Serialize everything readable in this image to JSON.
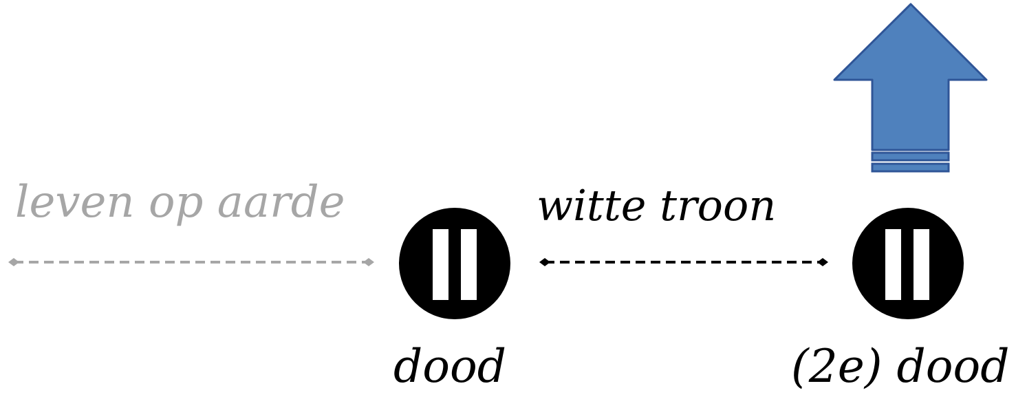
{
  "labels": {
    "life_on_earth": "leven op aarde",
    "white_throne": "witte troon",
    "death": "dood",
    "second_death": "(2e) dood"
  },
  "colors": {
    "grey": "#a6a6a6",
    "black": "#000000",
    "arrow_fill": "#4f81bd",
    "arrow_stroke": "#2f5597"
  },
  "icons": {
    "pause_1": "pause-circle-icon",
    "pause_2": "pause-circle-icon",
    "up_arrow": "up-arrow-icon"
  }
}
